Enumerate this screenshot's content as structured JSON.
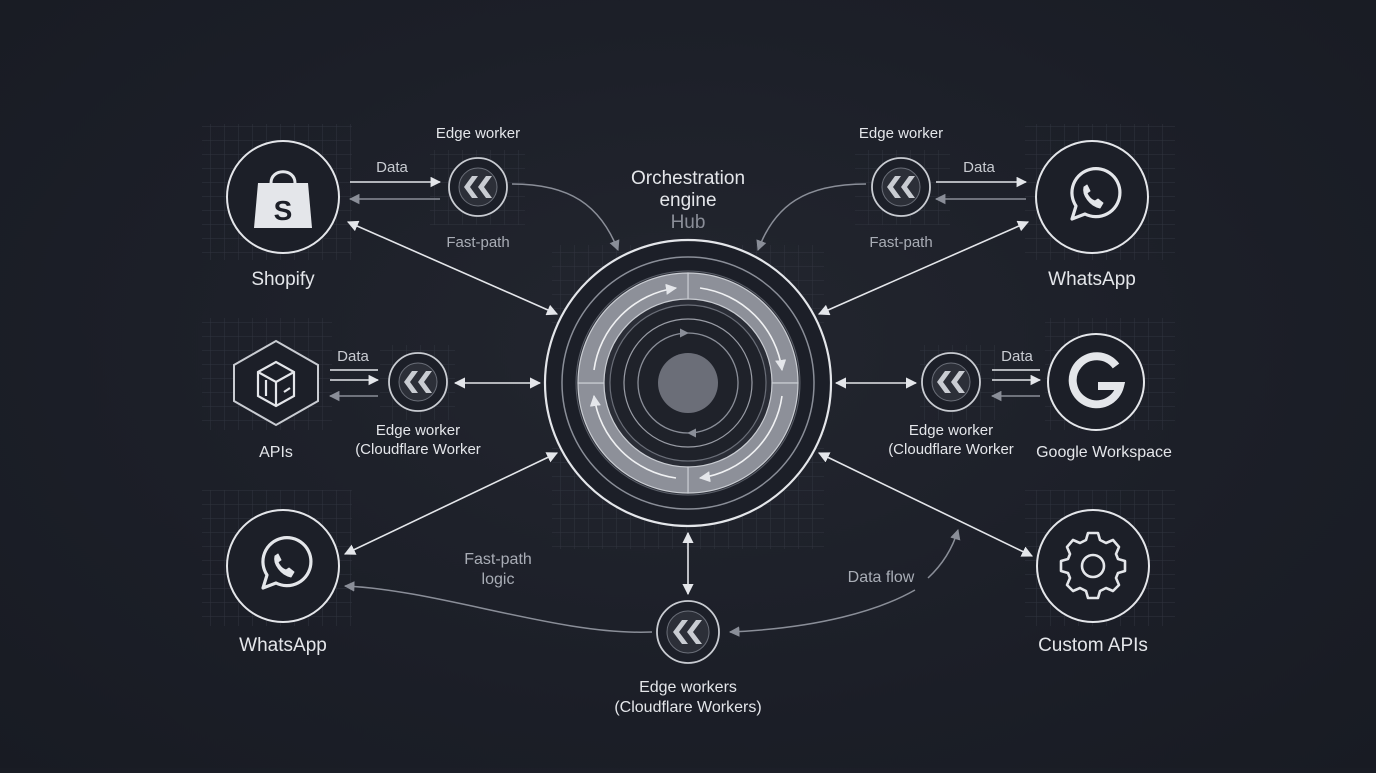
{
  "colors": {
    "background": "#1c1f28",
    "stroke": "#e4e6ea",
    "muted_stroke": "#8a8e98",
    "grid": "#3a3e48",
    "text": "#e4e6ea",
    "muted_text": "#a9adb6",
    "hub_fill": "#6b6e78"
  },
  "hub": {
    "title_line1": "Orchestration",
    "title_line2": "engine",
    "subtitle": "Hub"
  },
  "nodes": {
    "shopify": {
      "label": "Shopify",
      "icon": "shopify-bag-icon"
    },
    "whatsapp_top": {
      "label": "WhatsApp",
      "icon": "whatsapp-icon"
    },
    "apis": {
      "label": "APIs",
      "icon": "api-cube-icon"
    },
    "google": {
      "label": "Google Workspace",
      "icon": "google-g-icon"
    },
    "whatsapp_bottom": {
      "label": "WhatsApp",
      "icon": "whatsapp-icon"
    },
    "custom_apis": {
      "label": "Custom APIs",
      "icon": "gear-icon"
    }
  },
  "workers": {
    "top_left": {
      "title": "Edge worker",
      "data_label": "Data",
      "caption": "Fast-path",
      "icon": "cloudflare-chevrons-icon"
    },
    "top_right": {
      "title": "Edge worker",
      "data_label": "Data",
      "caption": "Fast-path",
      "icon": "cloudflare-chevrons-icon"
    },
    "mid_left": {
      "data_label": "Data",
      "caption_line1": "Edge worker",
      "caption_line2": "(Cloudflare Worker",
      "icon": "cloudflare-chevrons-icon"
    },
    "mid_right": {
      "data_label": "Data",
      "caption_line1": "Edge worker",
      "caption_line2": "(Cloudflare Worker",
      "icon": "cloudflare-chevrons-icon"
    },
    "bottom": {
      "caption_line1": "Edge workers",
      "caption_line2": "(Cloudflare Workers)",
      "icon": "cloudflare-chevrons-icon"
    }
  },
  "annotations": {
    "fast_path_logic_line1": "Fast-path",
    "fast_path_logic_line2": "logic",
    "data_flow": "Data flow"
  }
}
